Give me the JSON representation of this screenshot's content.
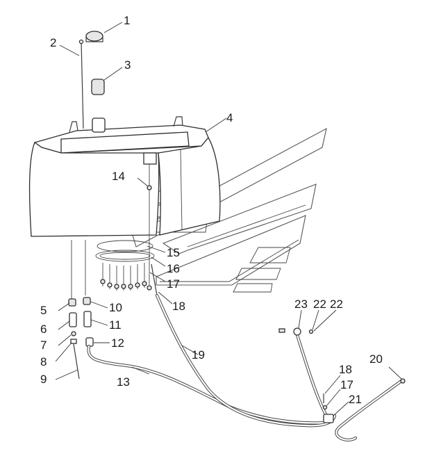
{
  "callouts": [
    {
      "id": "c1",
      "text": "1"
    },
    {
      "id": "c2",
      "text": "2"
    },
    {
      "id": "c3",
      "text": "3"
    },
    {
      "id": "c4",
      "text": "4"
    },
    {
      "id": "c5",
      "text": "5"
    },
    {
      "id": "c6",
      "text": "6"
    },
    {
      "id": "c7",
      "text": "7"
    },
    {
      "id": "c8",
      "text": "8"
    },
    {
      "id": "c9",
      "text": "9"
    },
    {
      "id": "c10",
      "text": "10"
    },
    {
      "id": "c11",
      "text": "11"
    },
    {
      "id": "c12",
      "text": "12"
    },
    {
      "id": "c13",
      "text": "13"
    },
    {
      "id": "c14",
      "text": "14"
    },
    {
      "id": "c15",
      "text": "15"
    },
    {
      "id": "c16",
      "text": "16"
    },
    {
      "id": "c17",
      "text": "17"
    },
    {
      "id": "c18",
      "text": "18"
    },
    {
      "id": "c19",
      "text": "19"
    },
    {
      "id": "c20",
      "text": "20"
    },
    {
      "id": "c23",
      "text": "23"
    },
    {
      "id": "c22a",
      "text": "22"
    },
    {
      "id": "c22b",
      "text": "22"
    },
    {
      "id": "c18b",
      "text": "18"
    },
    {
      "id": "c17b",
      "text": "17"
    },
    {
      "id": "c21",
      "text": "21"
    }
  ]
}
